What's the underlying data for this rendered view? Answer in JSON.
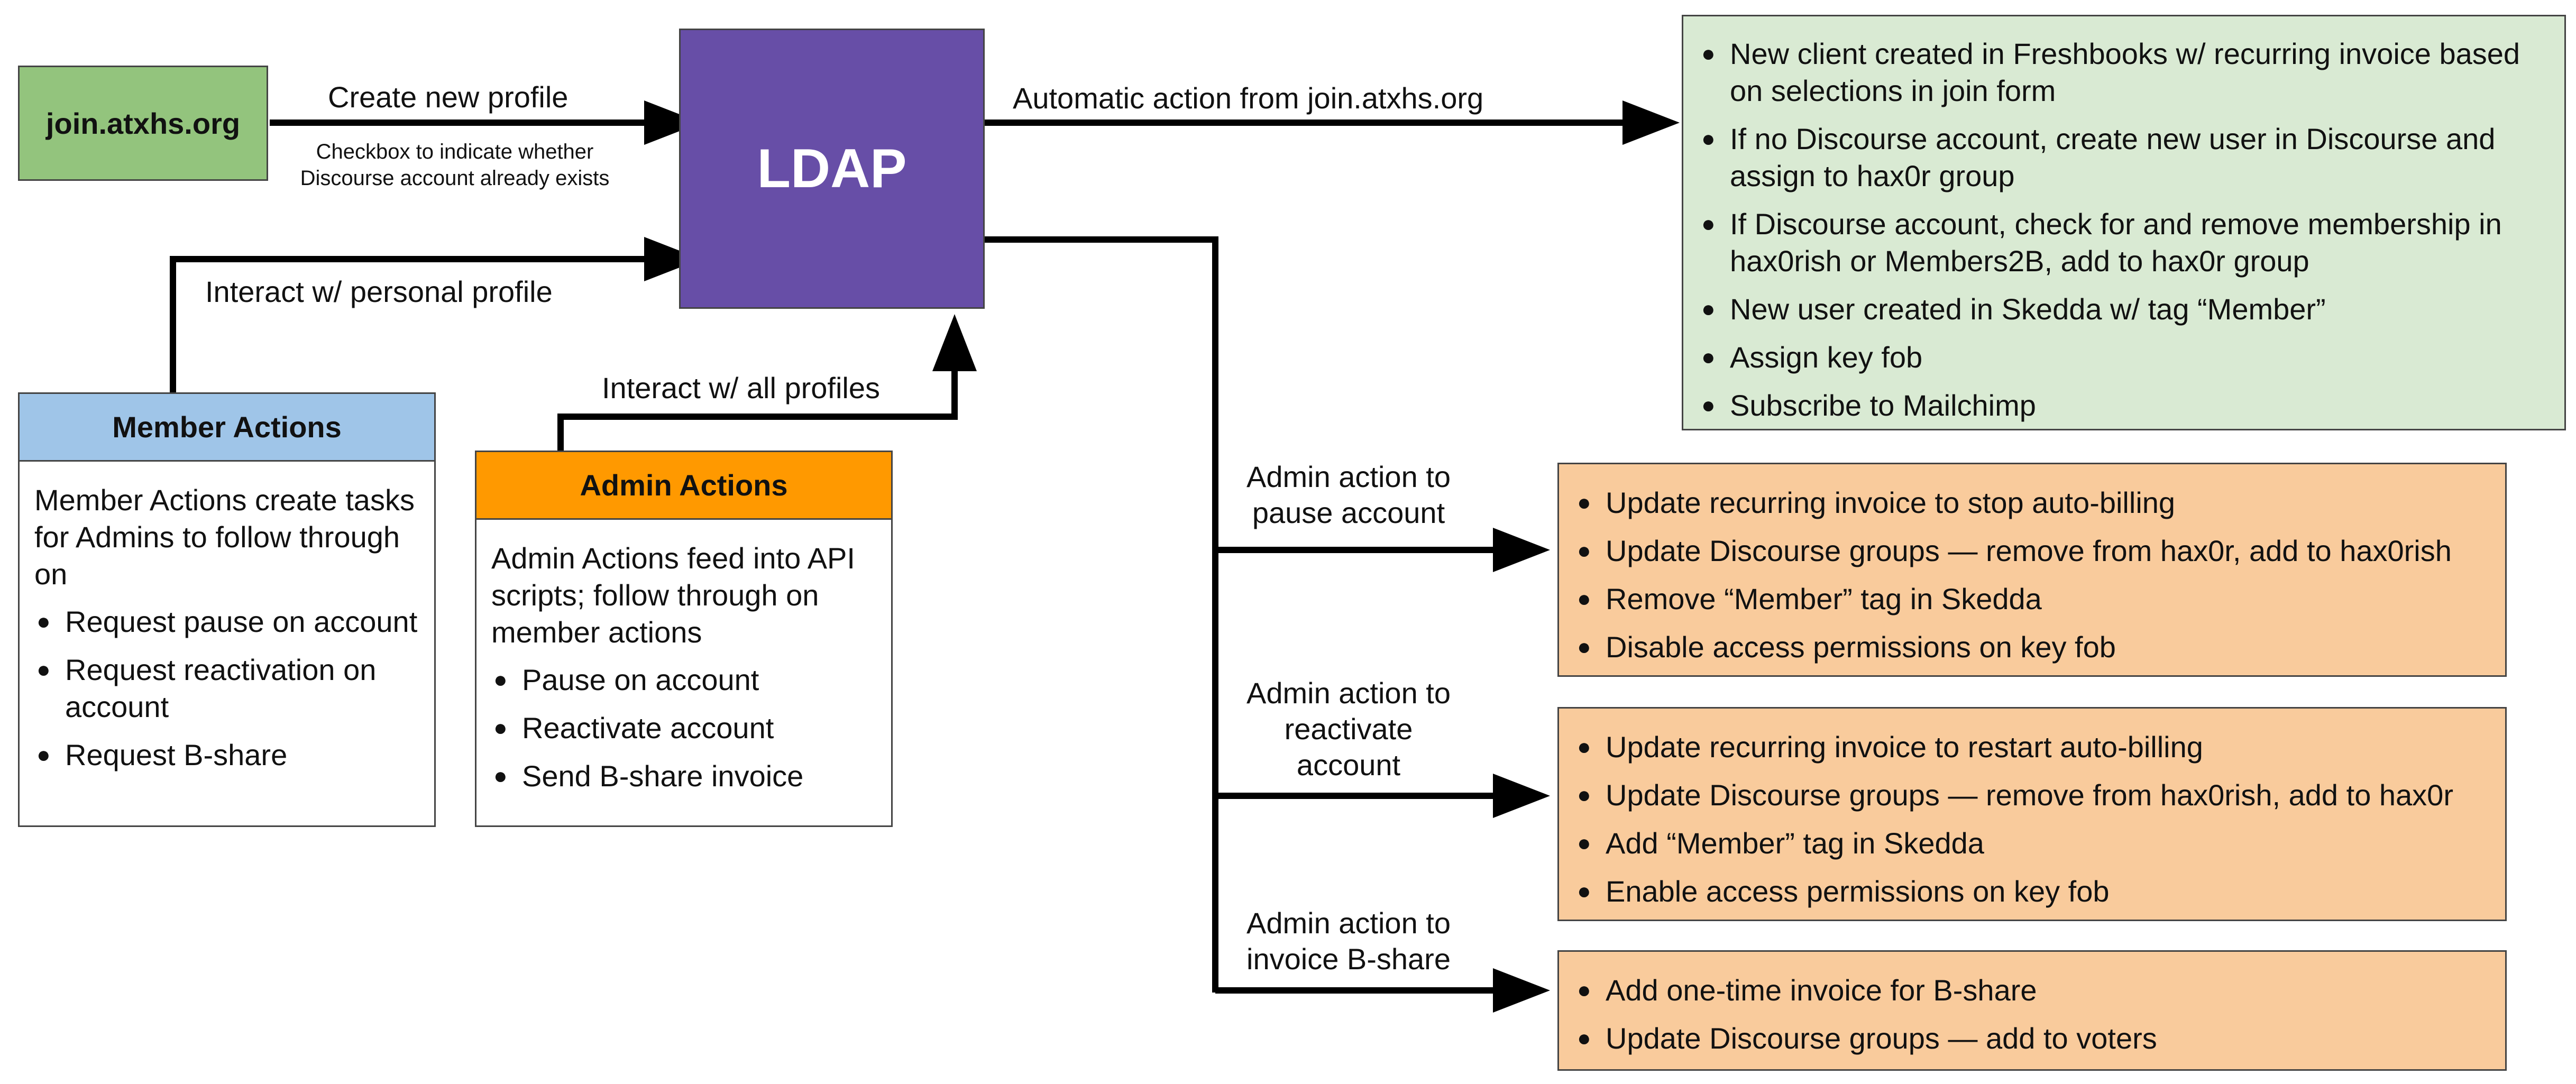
{
  "nodes": {
    "join_site": "join.atxhs.org",
    "ldap": "LDAP",
    "member_actions": {
      "title": "Member Actions",
      "intro": "Member Actions create tasks for Admins to follow through on",
      "items": [
        "Request pause on account",
        "Request reactivation on account",
        "Request B-share"
      ]
    },
    "admin_actions": {
      "title": "Admin Actions",
      "intro": "Admin Actions feed into API scripts; follow through on member actions",
      "items": [
        "Pause on account",
        "Reactivate account",
        "Send B-share invoice"
      ]
    },
    "auto_results": {
      "items": [
        "New client created in Freshbooks w/ recurring invoice based on selections in join form",
        "If no Discourse account, create new user in Discourse and assign to hax0r group",
        "If Discourse account, check for and remove membership in hax0rish or Members2B, add to hax0r group",
        "New user created in Skedda w/ tag “Member”",
        "Assign key fob",
        "Subscribe to Mailchimp"
      ]
    },
    "pause_results": {
      "items": [
        "Update recurring invoice to stop auto-billing",
        "Update Discourse groups — remove from hax0r, add to hax0rish",
        "Remove “Member” tag in Skedda",
        "Disable access permissions on key fob"
      ]
    },
    "reactivate_results": {
      "items": [
        "Update recurring invoice to restart auto-billing",
        "Update Discourse groups — remove from hax0rish, add to hax0r",
        "Add “Member” tag in Skedda",
        "Enable access permissions on key fob"
      ]
    },
    "bshare_results": {
      "items": [
        "Add one-time invoice for B-share",
        "Update Discourse groups — add to voters"
      ]
    }
  },
  "edges": {
    "create_profile": "Create new profile",
    "create_profile_note_1": "Checkbox to indicate whether",
    "create_profile_note_2": "Discourse account already exists",
    "personal_profile": "Interact w/ personal profile",
    "all_profiles": "Interact w/ all profiles",
    "automatic": "Automatic action from join.atxhs.org",
    "pause_1": "Admin action to",
    "pause_2": "pause account",
    "reactivate_1": "Admin action to",
    "reactivate_2": "reactivate",
    "reactivate_3": "account",
    "bshare_1": "Admin action to",
    "bshare_2": "invoice B-share"
  },
  "colors": {
    "join_site": "#93c47d",
    "ldap": "#674ea7",
    "member_actions_header": "#9fc5e8",
    "admin_actions_header": "#ff9900",
    "auto_results": "#d9ead3",
    "admin_results": "#f9cb9c"
  }
}
